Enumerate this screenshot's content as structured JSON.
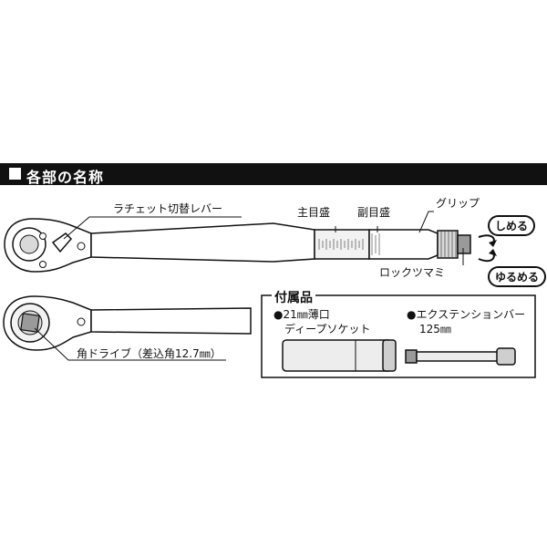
{
  "section": {
    "title": "各部の名称"
  },
  "labels": {
    "ratchet_lever": "ラチェット切替レバー",
    "main_scale": "主目盛",
    "sub_scale": "副目盛",
    "grip": "グリップ",
    "lock_knob": "ロックツマミ",
    "tighten": "しめる",
    "loosen": "ゆるめる",
    "square_drive": "角ドライブ（差込角12.7㎜）"
  },
  "accessories": {
    "title": "付属品",
    "socket_line1": "●21㎜薄口",
    "socket_line2": "ディープソケット",
    "extension_line1": "●エクステンションバー",
    "extension_line2": "125㎜"
  },
  "colors": {
    "ink": "#111111",
    "light_gray": "#d9d9d9",
    "mid_gray": "#9a9a9a",
    "header_bg": "#111111"
  }
}
